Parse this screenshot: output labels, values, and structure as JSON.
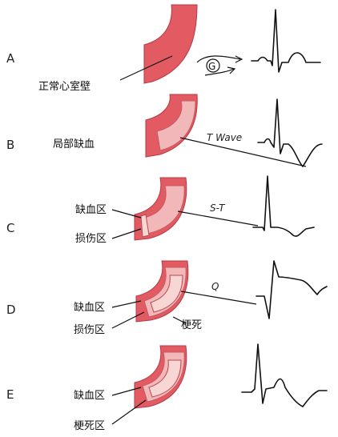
{
  "panels": [
    {
      "letter": "A",
      "labels": [
        "正常心室壁"
      ]
    },
    {
      "letter": "B",
      "labels": [
        "局部缺血"
      ],
      "wave_label": "T Wave"
    },
    {
      "letter": "C",
      "labels": [
        "缺血区",
        "损伤区"
      ],
      "wave_label": "S-T"
    },
    {
      "letter": "D",
      "labels": [
        "缺血区",
        "损伤区",
        "梗死"
      ],
      "wave_label": "Q"
    },
    {
      "letter": "E",
      "labels": [
        "缺血区",
        "梗死区"
      ]
    }
  ],
  "g_symbol": "G",
  "colors": {
    "wall": "#e25a62",
    "ischemia": "#f2b8b9",
    "infarct": "#f7d6d4"
  }
}
